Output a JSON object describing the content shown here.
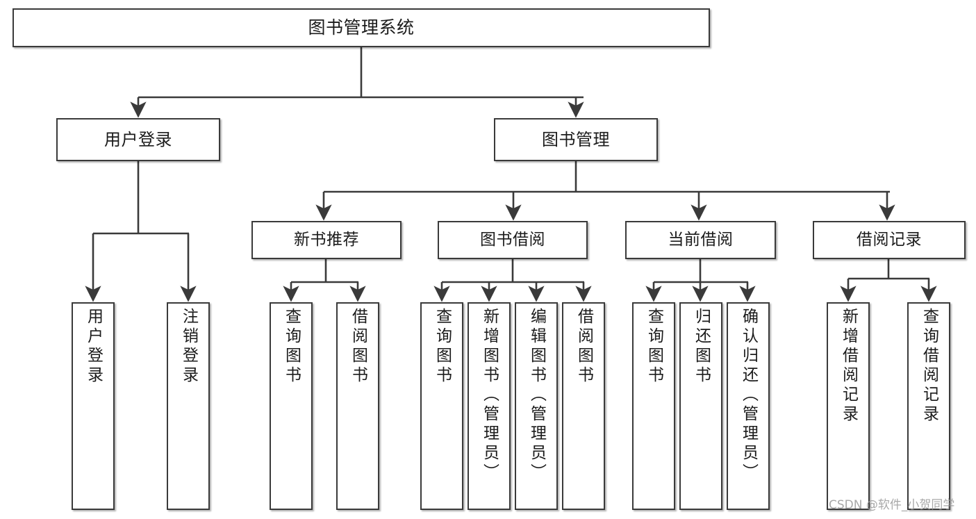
{
  "diagram": {
    "title": "图书管理系统",
    "type": "hierarchy-tree",
    "watermark": "CSDN @软件_小贺同学",
    "colors": {
      "box_border": "#3a3a3a",
      "box_fill": "#ffffff",
      "edge": "#3a3a3a",
      "text": "#1b1b1b",
      "watermark": "#9a9a9a",
      "background": "#ffffff"
    },
    "nodes": {
      "root": {
        "label": "图书管理系统",
        "level": 1
      },
      "user_login": {
        "label": "用户登录",
        "level": 2
      },
      "book_mgmt": {
        "label": "图书管理",
        "level": 2
      },
      "new_book_rec": {
        "label": "新书推荐",
        "level": 3
      },
      "book_borrow": {
        "label": "图书借阅",
        "level": 3
      },
      "current_borrow": {
        "label": "当前借阅",
        "level": 3
      },
      "borrow_record": {
        "label": "借阅记录",
        "level": 3
      },
      "leaf_user_login": {
        "label": "用户登录",
        "level": 4
      },
      "leaf_logout": {
        "label": "注销登录",
        "level": 4
      },
      "leaf_query_book_1": {
        "label": "查询图书",
        "level": 4
      },
      "leaf_borrow_book_1": {
        "label": "借阅图书",
        "level": 4
      },
      "leaf_query_book_2": {
        "label": "查询图书",
        "level": 4
      },
      "leaf_add_book": {
        "label": "新增图书（管理员）",
        "level": 4
      },
      "leaf_edit_book": {
        "label": "编辑图书（管理员）",
        "level": 4
      },
      "leaf_borrow_book_2": {
        "label": "借阅图书",
        "level": 4
      },
      "leaf_query_book_3": {
        "label": "查询图书",
        "level": 4
      },
      "leaf_return_book": {
        "label": "归还图书",
        "level": 4
      },
      "leaf_confirm_return": {
        "label": "确认归还（管理员）",
        "level": 4
      },
      "leaf_add_record": {
        "label": "新增借阅记录",
        "level": 4
      },
      "leaf_query_record": {
        "label": "查询借阅记录",
        "level": 4
      }
    },
    "edges": [
      {
        "from": "root",
        "to": "user_login"
      },
      {
        "from": "root",
        "to": "book_mgmt"
      },
      {
        "from": "user_login",
        "to": "leaf_user_login"
      },
      {
        "from": "user_login",
        "to": "leaf_logout"
      },
      {
        "from": "book_mgmt",
        "to": "new_book_rec"
      },
      {
        "from": "book_mgmt",
        "to": "book_borrow"
      },
      {
        "from": "book_mgmt",
        "to": "current_borrow"
      },
      {
        "from": "book_mgmt",
        "to": "borrow_record"
      },
      {
        "from": "new_book_rec",
        "to": "leaf_query_book_1"
      },
      {
        "from": "new_book_rec",
        "to": "leaf_borrow_book_1"
      },
      {
        "from": "book_borrow",
        "to": "leaf_query_book_2"
      },
      {
        "from": "book_borrow",
        "to": "leaf_add_book"
      },
      {
        "from": "book_borrow",
        "to": "leaf_edit_book"
      },
      {
        "from": "book_borrow",
        "to": "leaf_borrow_book_2"
      },
      {
        "from": "current_borrow",
        "to": "leaf_query_book_3"
      },
      {
        "from": "current_borrow",
        "to": "leaf_return_book"
      },
      {
        "from": "current_borrow",
        "to": "leaf_confirm_return"
      },
      {
        "from": "borrow_record",
        "to": "leaf_add_record"
      },
      {
        "from": "borrow_record",
        "to": "leaf_query_record"
      }
    ]
  }
}
